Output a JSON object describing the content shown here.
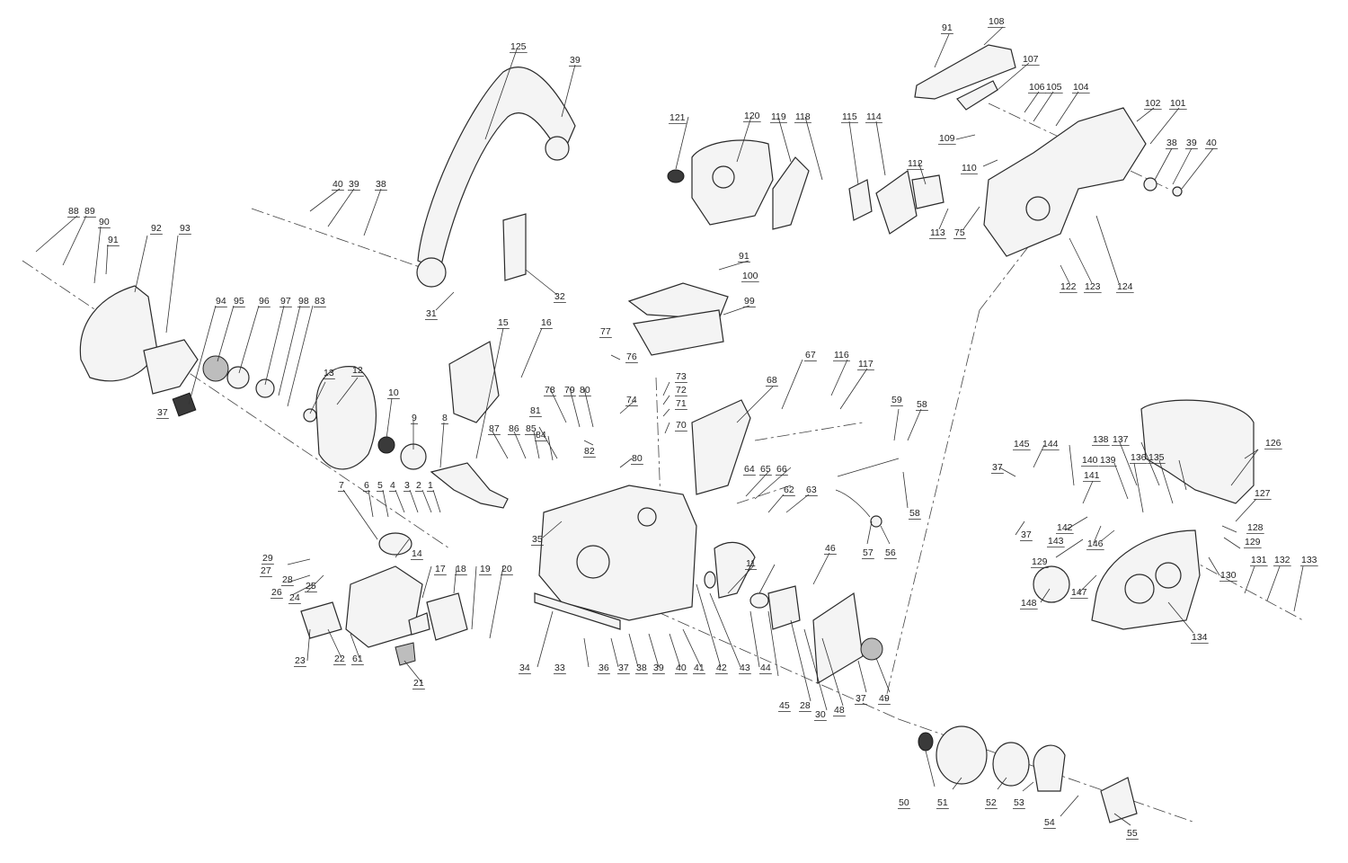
{
  "labels": {
    "l1": "1",
    "l2": "2",
    "l3": "3",
    "l4": "4",
    "l5": "5",
    "l6": "6",
    "l7": "7",
    "l8": "8",
    "l9": "9",
    "l10": "10",
    "l11": "11",
    "l12": "12",
    "l13": "13",
    "l14": "14",
    "l15": "15",
    "l16": "16",
    "l17": "17",
    "l18": "18",
    "l19": "19",
    "l20": "20",
    "l21": "21",
    "l22": "22",
    "l23": "23",
    "l24": "24",
    "l25": "25",
    "l26": "26",
    "l27": "27",
    "l28": "28",
    "l29": "29",
    "l30": "30",
    "l31": "31",
    "l32": "32",
    "l33": "33",
    "l34": "34",
    "l35": "35",
    "l36": "36",
    "l37": "37",
    "l38": "38",
    "l39": "39",
    "l40": "40",
    "l41": "41",
    "l42": "42",
    "l43": "43",
    "l44": "44",
    "l45": "45",
    "l46": "46",
    "l48": "48",
    "l49": "49",
    "l50": "50",
    "l51": "51",
    "l52": "52",
    "l53": "53",
    "l54": "54",
    "l55": "55",
    "l56": "56",
    "l57": "57",
    "l58": "58",
    "l59": "59",
    "l61": "61",
    "l62": "62",
    "l63": "63",
    "l64": "64",
    "l65": "65",
    "l66": "66",
    "l67": "67",
    "l68": "68",
    "l70": "70",
    "l71": "71",
    "l72": "72",
    "l73": "73",
    "l74": "74",
    "l75": "75",
    "l76": "76",
    "l77": "77",
    "l78": "78",
    "l79": "79",
    "l80": "80",
    "l81": "81",
    "l82": "82",
    "l83": "83",
    "l84": "84",
    "l85": "85",
    "l86": "86",
    "l87": "87",
    "l88": "88",
    "l89": "89",
    "l90": "90",
    "l91": "91",
    "l92": "92",
    "l93": "93",
    "l94": "94",
    "l95": "95",
    "l96": "96",
    "l97": "97",
    "l98": "98",
    "l99": "99",
    "l100": "100",
    "l101": "101",
    "l102": "102",
    "l104": "104",
    "l105": "105",
    "l106": "106",
    "l107": "107",
    "l108": "108",
    "l109": "109",
    "l110": "110",
    "l112": "112",
    "l113": "113",
    "l114": "114",
    "l115": "115",
    "l116": "116",
    "l117": "117",
    "l118": "118",
    "l119": "119",
    "l120": "120",
    "l121": "121",
    "l122": "122",
    "l123": "123",
    "l124": "124",
    "l125": "125",
    "l126": "126",
    "l127": "127",
    "l128": "128",
    "l129": "129",
    "l130": "130",
    "l131": "131",
    "l132": "132",
    "l133": "133",
    "l134": "134",
    "l135": "135",
    "l136": "136",
    "l137": "137",
    "l138": "138",
    "l139": "139",
    "l140": "140",
    "l141": "141",
    "l142": "142",
    "l143": "143",
    "l144": "144",
    "l145": "145",
    "l146": "146",
    "l147": "147",
    "l148": "148"
  },
  "colors": {
    "line": "#2a2a2a",
    "fill": "#f4f4f4",
    "dark": "#3a3a3a",
    "background": "#ffffff"
  }
}
